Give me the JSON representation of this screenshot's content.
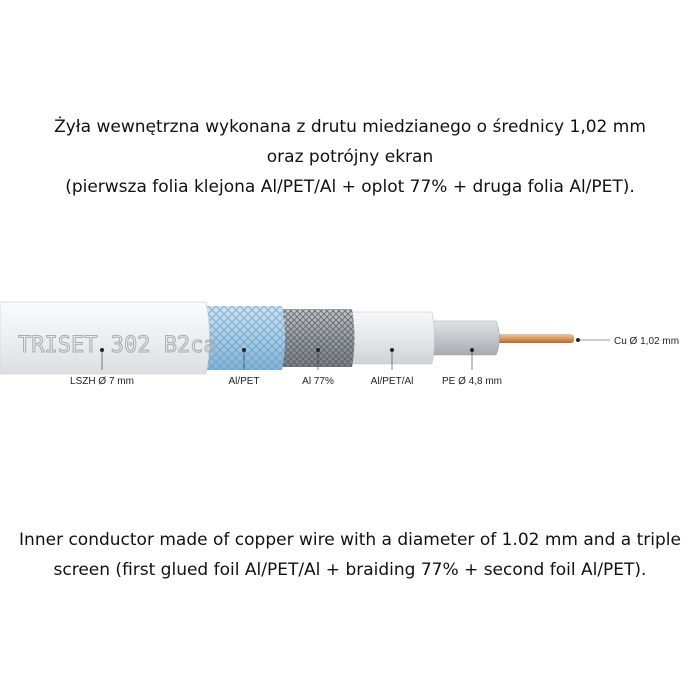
{
  "description_pl": {
    "line1": "Żyła wewnętrzna wykonana z drutu miedzianego o średnicy 1,02 mm",
    "line2": "oraz potrójny ekran",
    "line3": "(pierwsza folia klejona Al/PET/Al + oplot 77% + druga folia Al/PET)."
  },
  "cable": {
    "brand": "TRISET 302 B2ca",
    "labels": {
      "jacket": "LSZH Ø 7 mm",
      "foil1": "Al/PET",
      "braid": "Al 77%",
      "foil2": "Al/PET/Al",
      "dielectric": "PE Ø 4,8 mm",
      "conductor": "Cu Ø 1,02 mm"
    },
    "colors": {
      "jacket": "#f1f2f4",
      "foil1": "#a8cde6",
      "braid": "#9a9fa5",
      "foil2": "#e6e7e9",
      "dielectric": "#c4c7cb",
      "conductor": "#d9985f"
    }
  },
  "description_en": {
    "line1": "Inner conductor made of copper wire with a diameter of 1.02 mm and a triple",
    "line2": "screen (first glued foil Al/PET/Al + braiding 77% + second foil Al/PET)."
  }
}
